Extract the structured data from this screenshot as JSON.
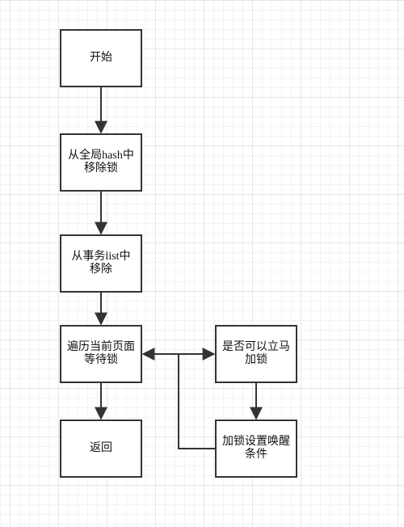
{
  "diagram": {
    "nodes": {
      "start": "开始",
      "remove_hash": "从全局hash中\n移除锁",
      "remove_list": "从事务list中\n移除",
      "traverse": "遍历当前页面\n等待锁",
      "return": "返回",
      "can_lock": "是否可以立马\n加锁",
      "wake": "加锁设置唤醒\n条件"
    },
    "edges": [
      {
        "from": "start",
        "to": "remove_hash"
      },
      {
        "from": "remove_hash",
        "to": "remove_list"
      },
      {
        "from": "remove_list",
        "to": "traverse"
      },
      {
        "from": "traverse",
        "to": "return"
      },
      {
        "from": "traverse",
        "to": "can_lock"
      },
      {
        "from": "can_lock",
        "to": "wake"
      },
      {
        "from": "wake",
        "to": "traverse"
      }
    ],
    "colors": {
      "stroke": "#333333",
      "grid": "#e6e6e6",
      "background": "#ffffff"
    }
  }
}
